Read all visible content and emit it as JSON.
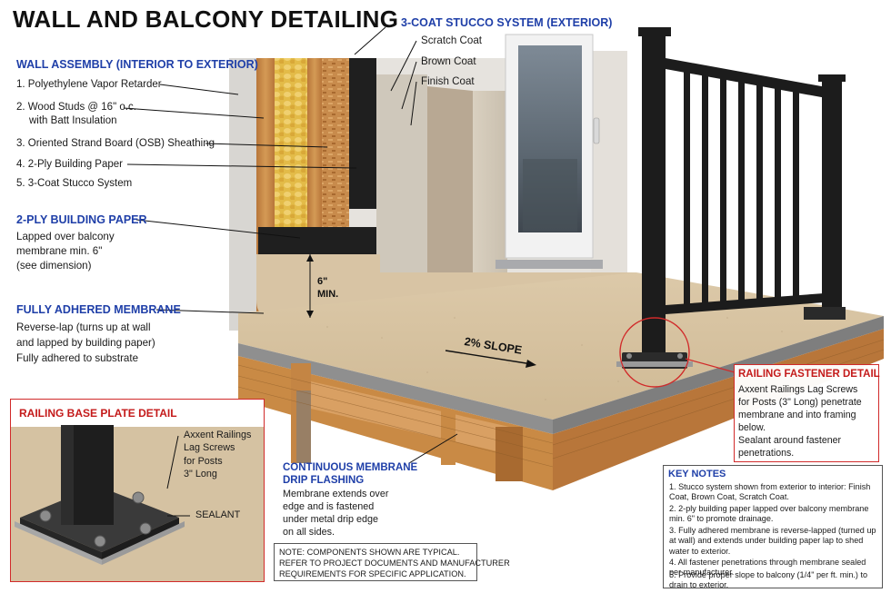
{
  "title": "WALL AND BALCONY DETAILING",
  "wall_assembly": {
    "heading": "WALL ASSEMBLY (INTERIOR TO EXTERIOR)",
    "items": [
      "1.  Polyethylene Vapor Retarder",
      "2.  Wood Studs @ 16\" o.c.",
      "with Batt Insulation",
      "3.  Oriented Strand Board (OSB) Sheathing",
      "4.  2-Ply Building Paper",
      "5.  3-Coat Stucco System"
    ]
  },
  "building_paper": {
    "heading": "2-PLY BUILDING PAPER",
    "lines": [
      "Lapped over balcony",
      "membrane min. 6\"",
      "(see dimension)"
    ]
  },
  "membrane": {
    "heading": "FULLY ADHERED MEMBRANE",
    "lines": [
      "Reverse-lap (turns up at wall",
      "and lapped by building paper)",
      "Fully adhered to substrate"
    ]
  },
  "stucco": {
    "heading": "3-COAT STUCCO SYSTEM (EXTERIOR)",
    "coats": [
      "Scratch Coat",
      "Brown Coat",
      "Finish Coat"
    ]
  },
  "dimension": {
    "value": "6\"",
    "unit": "MIN."
  },
  "slope_label": "2% SLOPE",
  "base_plate": {
    "heading": "RAILING BASE PLATE DETAIL",
    "screw_lines": [
      "Axxent Railings",
      "Lag Screws",
      "for Posts",
      "3\" Long"
    ],
    "sealant": "SEALANT"
  },
  "drip_flashing": {
    "heading": [
      "CONTINUOUS MEMBRANE",
      "DRIP FLASHING"
    ],
    "lines": [
      "Membrane extends over",
      "edge and is fastened",
      "under metal drip edge",
      "on all sides."
    ]
  },
  "fastener": {
    "heading": "RAILING FASTENER DETAIL",
    "lines": [
      "Axxent Railings Lag Screws",
      "for Posts (3\" Long) penetrate",
      "membrane and into framing",
      "below.",
      "Sealant around fastener",
      "penetrations."
    ]
  },
  "note": {
    "lines": [
      "NOTE: COMPONENTS SHOWN ARE TYPICAL.",
      "REFER TO PROJECT DOCUMENTS AND MANUFACTURER",
      "REQUIREMENTS FOR SPECIFIC APPLICATION."
    ]
  },
  "key_notes": {
    "heading": "KEY NOTES",
    "items": [
      "1.  Stucco system shown from exterior to interior: Finish Coat, Brown Coat, Scratch Coat.",
      "2.  2-ply building paper lapped over balcony membrane min. 6\" to promote drainage.",
      "3.  Fully adhered membrane is reverse-lapped (turned up at wall) and extends under building paper lap to shed water to exterior.",
      "4.  All fastener penetrations through membrane sealed per manufacturer.",
      "5.  Provide proper slope to balcony (1/4\" per ft. min.) to drain to exterior."
    ]
  },
  "colors": {
    "heading_blue": "#1f3fa8",
    "callout_red": "#c41a1a",
    "membrane_tan": "#d8c4a4",
    "railing_black": "#1c1c1c",
    "wood": "#c98a45",
    "insulation": "#e7c24f"
  }
}
